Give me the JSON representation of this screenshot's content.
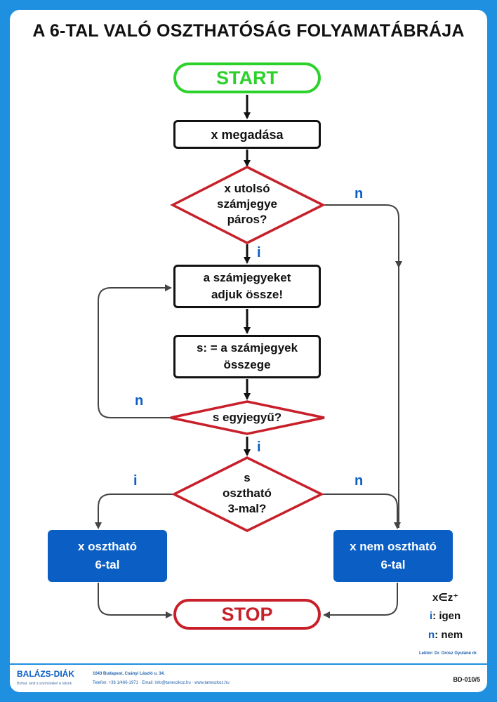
{
  "title": "A 6-TAL VALÓ OSZTHATÓSÁG FOLYAMATÁBRÁJA",
  "nodes": {
    "start": "START",
    "input": "x megadása",
    "check_even": [
      "x utolsó",
      "számjegye",
      "páros?"
    ],
    "sum_digits": [
      "a számjegyeket",
      "adjuk össze!"
    ],
    "assign_sum": [
      "s: = a számjegyek",
      "összege"
    ],
    "single_digit": "s egyjegyű?",
    "div_by_3": [
      "s",
      "osztható",
      "3-mal?"
    ],
    "divisible": [
      "x osztható",
      "6-tal"
    ],
    "not_divisible": [
      "x nem osztható",
      "6-tal"
    ],
    "stop": "STOP"
  },
  "labels": {
    "yes": "i",
    "no": "n"
  },
  "legend": {
    "domain": "x∈z⁺",
    "yes_key": "i",
    "yes_text": ": igen",
    "no_key": "n",
    "no_text": ": nem"
  },
  "footer": {
    "logo": "BALÁZS-DIÁK",
    "logo_sub": "Bízhat, amit a szemünkkel is látunk",
    "address": "1043 Budapest, Csányi László u. 34.",
    "contact": "Telefon: +36 1/466-1971 · Email: info@taneszkoz.hu · www.taneszkoz.hu",
    "lektor": "Lektor: Dr. Orosz Gyuláné dr.",
    "code": "BD-010/5"
  },
  "colors": {
    "frame": "#1f8fe0",
    "start": "#2cd12c",
    "decision": "#c8202a",
    "result_box": "#0b5ec4",
    "branch_label": "#0b5ec4"
  }
}
